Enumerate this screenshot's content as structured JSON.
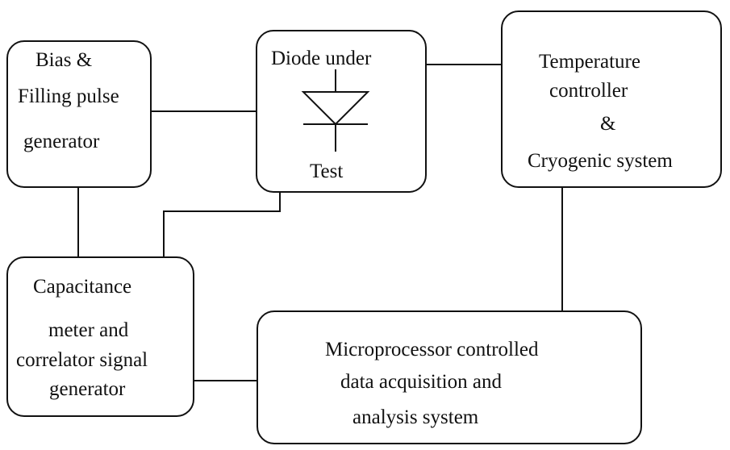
{
  "blocks": {
    "bias": {
      "line1": "Bias &",
      "line2": "Filling pulse",
      "line3": "generator"
    },
    "diode": {
      "line1": "Diode under",
      "line2": "Test"
    },
    "temperature": {
      "line1": "Temperature",
      "line2": "controller",
      "line3": "&",
      "line4": "Cryogenic system"
    },
    "capacitance": {
      "line1": "Capacitance",
      "line2": "meter and",
      "line3": "correlator signal",
      "line4": "generator"
    },
    "microprocessor": {
      "line1": "Microprocessor controlled",
      "line2": "data acquisition and",
      "line3": "analysis system"
    }
  },
  "icons": {
    "diode_symbol": "diode-icon"
  },
  "colors": {
    "line": "#111111",
    "background": "#ffffff"
  }
}
